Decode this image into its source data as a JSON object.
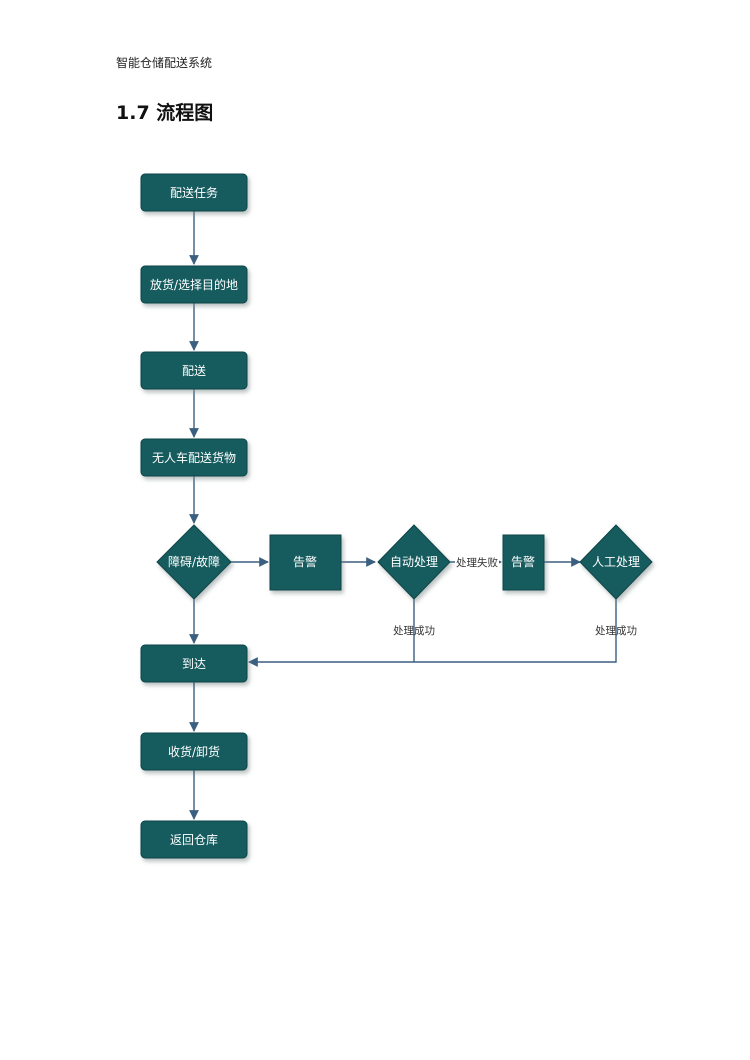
{
  "document": {
    "header": "智能仓储配送系统",
    "section_title": "1.7 流程图"
  },
  "colors": {
    "node_fill": "#135b5e",
    "node_stroke": "#0c4548",
    "edge": "#3a5f7f",
    "shadow": "#9aa6a6"
  },
  "flowchart": {
    "nodes": {
      "task": "配送任务",
      "load": "放货/选择目的地",
      "deliver": "配送",
      "agv": "无人车配送货物",
      "fault": "障碍/故障",
      "alarm1": "告警",
      "auto": "自动处理",
      "alarm2": "告警",
      "manual": "人工处理",
      "arrive": "到达",
      "receive": "收货/卸货",
      "return": "返回仓库"
    },
    "edge_labels": {
      "fail": "处理失败",
      "success_auto": "处理成功",
      "success_manual": "处理成功"
    }
  }
}
